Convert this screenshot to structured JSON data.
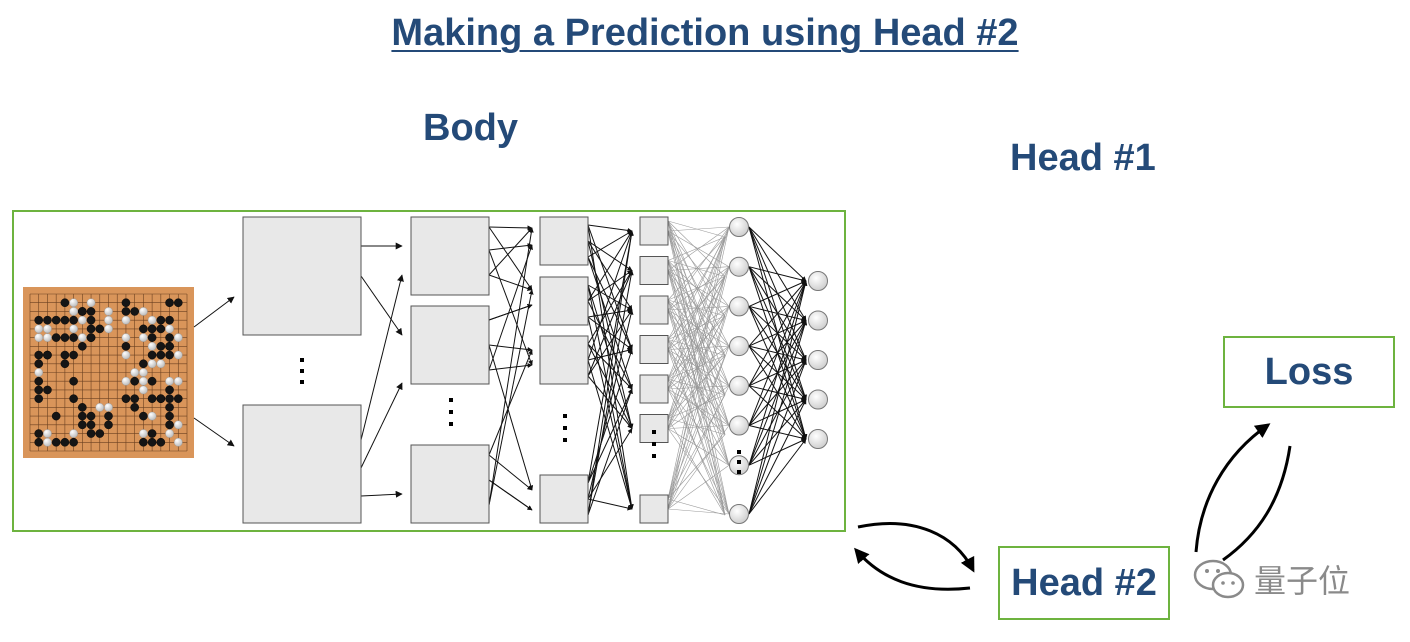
{
  "title": "Making a Prediction using Head #2",
  "labels": {
    "body": "Body",
    "head1": "Head #1",
    "head2": "Head #2",
    "loss": "Loss"
  },
  "watermark": {
    "text": "量子位",
    "icon": "wechat-icon"
  },
  "colors": {
    "text": "#244a78",
    "box_border": "#6db33f",
    "board": "#d9955a",
    "layer_fill": "#e8e8e8"
  }
}
